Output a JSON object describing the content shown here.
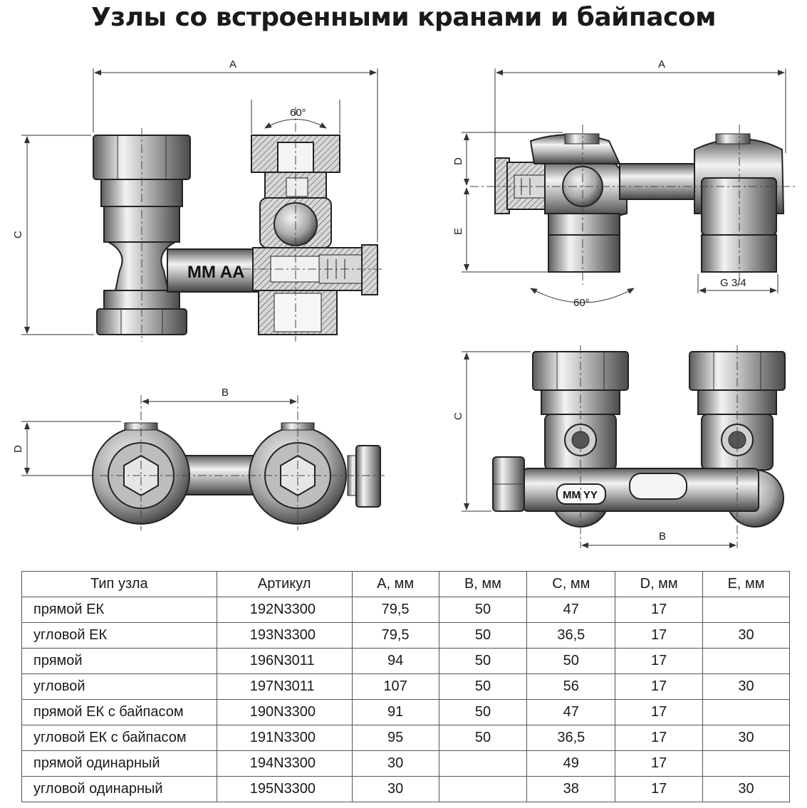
{
  "title": "Узлы со встроенными кранами и байпасом",
  "dimensions": {
    "a": "A",
    "b": "B",
    "c": "C",
    "d": "D",
    "e": "E",
    "angle": "60°",
    "thread": "G 3/4"
  },
  "markings": {
    "straight": "MM AA",
    "bypass": "MM YY"
  },
  "table": {
    "headers": [
      "Тип узла",
      "Артикул",
      "A, мм",
      "B, мм",
      "C, мм",
      "D, мм",
      "E, мм"
    ],
    "rows": [
      [
        "прямой ЕК",
        "192N3300",
        "79,5",
        "50",
        "47",
        "17",
        ""
      ],
      [
        "угловой ЕК",
        "193N3300",
        "79,5",
        "50",
        "36,5",
        "17",
        "30"
      ],
      [
        "прямой",
        "196N3011",
        "94",
        "50",
        "50",
        "17",
        ""
      ],
      [
        "угловой",
        "197N3011",
        "107",
        "50",
        "56",
        "17",
        "30"
      ],
      [
        "прямой ЕК с байпасом",
        "190N3300",
        "91",
        "50",
        "47",
        "17",
        ""
      ],
      [
        "угловой ЕК с байпасом",
        "191N3300",
        "95",
        "50",
        "36,5",
        "17",
        "30"
      ],
      [
        "прямой одинарный",
        "194N3300",
        "30",
        "",
        "49",
        "17",
        ""
      ],
      [
        "угловой одинарный",
        "195N3300",
        "30",
        "",
        "38",
        "17",
        "30"
      ]
    ]
  }
}
